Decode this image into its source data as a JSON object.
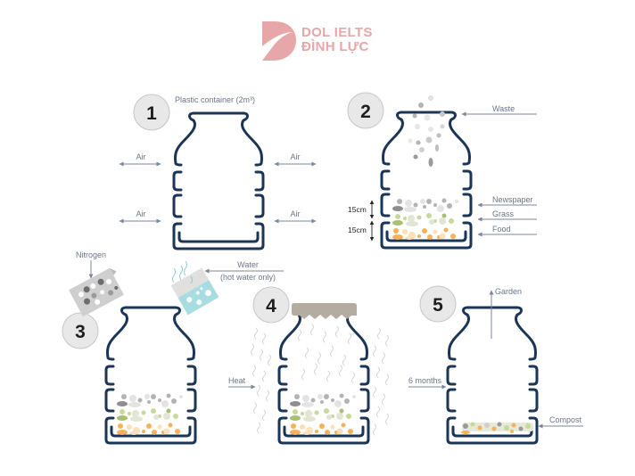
{
  "brand": {
    "line1": "DOL IELTS",
    "line2": "ĐÌNH LỰC",
    "color": "#e7a6a8"
  },
  "colors": {
    "jar_stroke": "#1b3556",
    "arrow": "#7b8699",
    "label": "#6b7588",
    "step_circle_fill": "#e8e8e8",
    "step_circle_stroke": "#c6c6c6",
    "newspaper": "#b3b3b3",
    "grass": "#c6d89a",
    "food": "#f5b25a",
    "water": "#a7dde0",
    "lid": "#b5aca1"
  },
  "steps": [
    {
      "number": "1",
      "labels": {
        "container": "Plastic container (2m³)",
        "air": "Air"
      }
    },
    {
      "number": "2",
      "labels": {
        "waste": "Waste",
        "newspaper": "Newspaper",
        "grass": "Grass",
        "food": "Food",
        "dim_top": "15cm",
        "dim_bottom": "15cm"
      }
    },
    {
      "number": "3",
      "labels": {
        "nitrogen": "Nitrogen",
        "water": "Water",
        "water_note": "(hot water only)"
      }
    },
    {
      "number": "4",
      "labels": {
        "heat": "Heat"
      }
    },
    {
      "number": "5",
      "labels": {
        "garden": "Garden",
        "duration": "6 months",
        "compost": "Compost"
      }
    }
  ]
}
